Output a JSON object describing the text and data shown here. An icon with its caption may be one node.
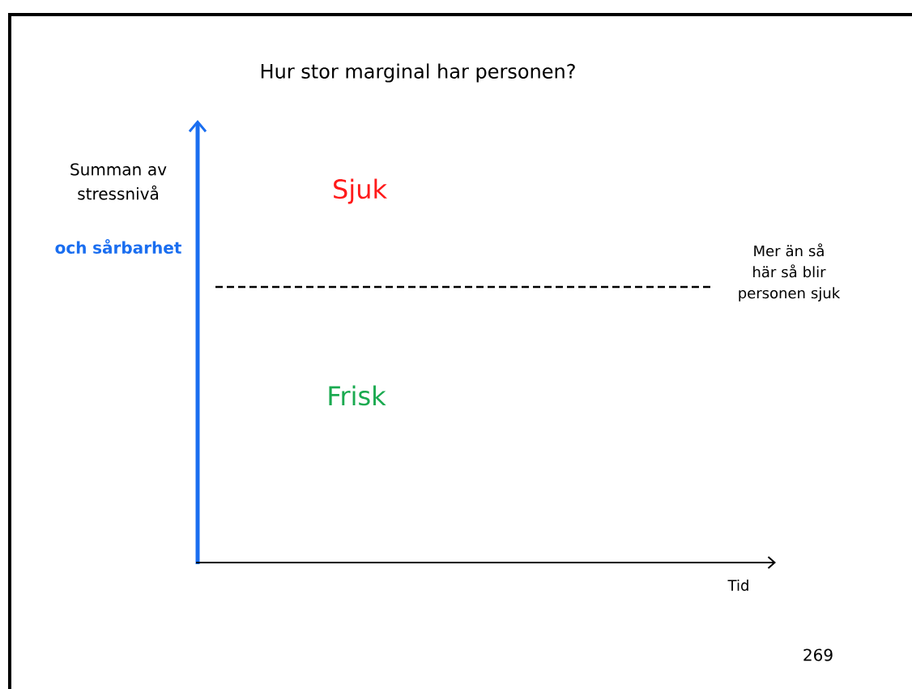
{
  "diagram": {
    "title": "Hur stor marginal har personen?",
    "labels": [
      "Summan av stressnivå",
      "och sårbarhet",
      "Sjuk",
      "Mer än så här så blir personen sjuk",
      "Frisk",
      "Tid",
      "269"
    ]
  }
}
